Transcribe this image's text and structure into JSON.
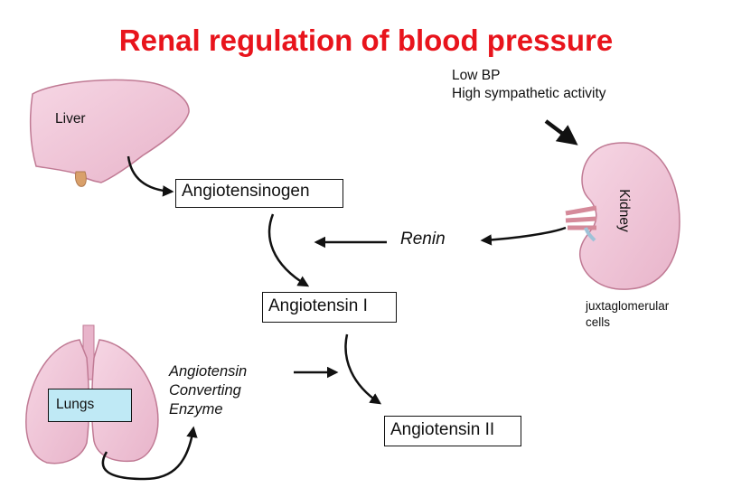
{
  "title": "Renal regulation of blood pressure",
  "stimulus": {
    "line1": "Low BP",
    "line2": "High sympathetic activity"
  },
  "organs": {
    "liver": "Liver",
    "kidney": "Kidney",
    "lungs": "Lungs"
  },
  "molecules": {
    "angiotensinogen": "Angiotensinogen",
    "angiotensin_1": "Angiotensin I",
    "angiotensin_2": "Angiotensin II"
  },
  "enzymes": {
    "renin": "Renin",
    "ace_line1": "Angiotensin",
    "ace_line2": "Converting",
    "ace_line3": "Enzyme"
  },
  "cells": {
    "line1": "juxtaglomerular",
    "line2": "cells"
  },
  "colors": {
    "title": "#e8141c",
    "organ_fill": "#f0c8da",
    "organ_stroke": "#c07a94",
    "lungs_label_fill": "#bfe9f5"
  }
}
